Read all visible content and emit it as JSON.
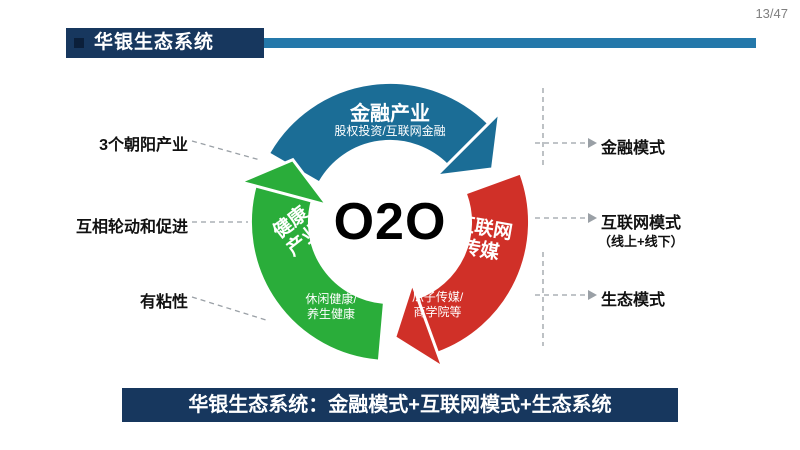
{
  "page_number": "13/47",
  "title": "华银生态系统",
  "colors": {
    "finance_blue": "#1b6d96",
    "media_red": "#d03028",
    "health_green": "#2aad3a",
    "banner_navy": "#17375e",
    "accent_bar": "#2478aa"
  },
  "cycle": {
    "center_label": "O2O",
    "segments": [
      {
        "name": "金融产业",
        "sub": "股权投资/互联网金融",
        "color": "#1b6d96"
      },
      {
        "name": "互联网\n传媒",
        "sub": "瓜子传媒/\n商学院等",
        "color": "#d03028"
      },
      {
        "name": "健康\n产业",
        "sub": "休闲健康/\n养生健康",
        "color": "#2aad3a"
      }
    ]
  },
  "left_labels": [
    "3个朝阳产业",
    "互相轮动和促进",
    "有粘性"
  ],
  "right_labels": [
    {
      "label": "金融模式",
      "sub": ""
    },
    {
      "label": "互联网模式",
      "sub": "（线上+线下）"
    },
    {
      "label": "生态模式",
      "sub": ""
    }
  ],
  "footer": "华银生态系统：金融模式+互联网模式+生态系统"
}
